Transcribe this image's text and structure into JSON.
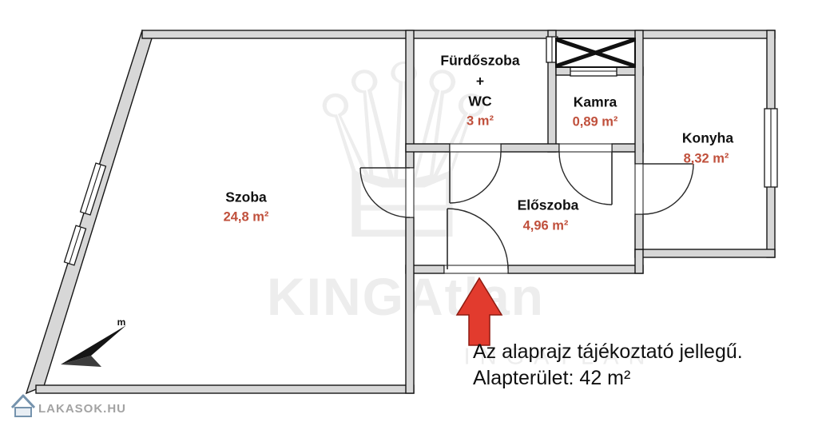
{
  "colors": {
    "area_text": "#c0503c",
    "wall_fill": "#d7d7d7",
    "arrow_red": "#e23b2e",
    "watermark": "#ededed",
    "logo_blue": "#7593ad",
    "logo_text": "#a3a3a3"
  },
  "watermark": {
    "crown_glyph": "♕",
    "brand": "KINGAtlan",
    "sub": "INGATLAN"
  },
  "rooms": {
    "szoba": {
      "name": "Szoba",
      "area": "24,8 m²"
    },
    "furdoszoba": {
      "name_line1": "Fürdőszoba",
      "name_line2": "+",
      "name_line3": "WC",
      "area": "3 m²"
    },
    "kamra": {
      "name": "Kamra",
      "area": "0,89 m²"
    },
    "konyha": {
      "name": "Konyha",
      "area": "8,32 m²"
    },
    "eloszoba": {
      "name": "Előszoba",
      "area": "4,96 m²"
    }
  },
  "compass": {
    "label": "m"
  },
  "footer": {
    "line1": "Az alaprajz tájékoztató jellegű.",
    "line2": "Alapterület: 42 m²"
  },
  "logo": {
    "text": "LAKASOK.HU"
  }
}
